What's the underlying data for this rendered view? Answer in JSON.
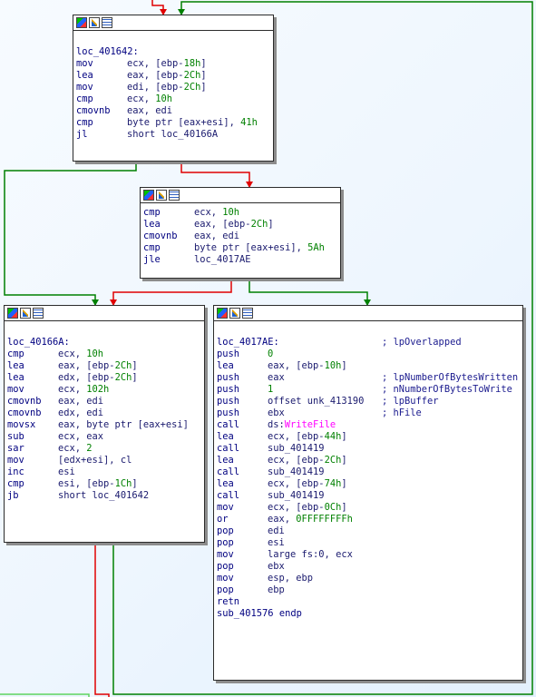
{
  "blocks": {
    "b1": {
      "lines": [
        {
          "label": "loc_401642:"
        },
        {
          "mn": "mov",
          "op": "ecx, [ebp-",
          "num": "18h",
          "tail": "]"
        },
        {
          "mn": "lea",
          "op": "eax, [ebp-",
          "num": "2Ch",
          "tail": "]"
        },
        {
          "mn": "mov",
          "op": "edi, [ebp-",
          "num": "2Ch",
          "tail": "]"
        },
        {
          "mn": "cmp",
          "op": "ecx, ",
          "num": "10h",
          "tail": ""
        },
        {
          "mn": "cmovnb",
          "op": "eax, edi",
          "num": "",
          "tail": ""
        },
        {
          "mn": "cmp",
          "op": "byte ptr [eax+esi], ",
          "num": "41h",
          "tail": ""
        },
        {
          "mn": "jl",
          "op": "short loc_40166A",
          "num": "",
          "tail": ""
        }
      ]
    },
    "b2": {
      "lines": [
        {
          "mn": "cmp",
          "op": "ecx, ",
          "num": "10h",
          "tail": ""
        },
        {
          "mn": "lea",
          "op": "eax, [ebp-",
          "num": "2Ch",
          "tail": "]"
        },
        {
          "mn": "cmovnb",
          "op": "eax, edi",
          "num": "",
          "tail": ""
        },
        {
          "mn": "cmp",
          "op": "byte ptr [eax+esi], ",
          "num": "5Ah",
          "tail": ""
        },
        {
          "mn": "jle",
          "op": "loc_4017AE",
          "num": "",
          "tail": ""
        }
      ]
    },
    "b3": {
      "lines": [
        {
          "label": "loc_40166A:"
        },
        {
          "mn": "cmp",
          "op": "ecx, ",
          "num": "10h",
          "tail": ""
        },
        {
          "mn": "lea",
          "op": "eax, [ebp-",
          "num": "2Ch",
          "tail": "]"
        },
        {
          "mn": "lea",
          "op": "edx, [ebp-",
          "num": "2Ch",
          "tail": "]"
        },
        {
          "mn": "mov",
          "op": "ecx, ",
          "num": "102h",
          "tail": ""
        },
        {
          "mn": "cmovnb",
          "op": "eax, edi",
          "num": "",
          "tail": ""
        },
        {
          "mn": "cmovnb",
          "op": "edx, edi",
          "num": "",
          "tail": ""
        },
        {
          "mn": "movsx",
          "op": "eax, byte ptr [eax+esi]",
          "num": "",
          "tail": ""
        },
        {
          "mn": "sub",
          "op": "ecx, eax",
          "num": "",
          "tail": ""
        },
        {
          "mn": "sar",
          "op": "ecx, ",
          "num": "2",
          "tail": ""
        },
        {
          "mn": "mov",
          "op": "[edx+esi], cl",
          "num": "",
          "tail": ""
        },
        {
          "mn": "inc",
          "op": "esi",
          "num": "",
          "tail": ""
        },
        {
          "mn": "cmp",
          "op": "esi, [ebp-",
          "num": "1Ch",
          "tail": "]"
        },
        {
          "mn": "jb",
          "op": "short loc_401642",
          "num": "",
          "tail": ""
        }
      ]
    },
    "b4": {
      "lines": [
        {
          "label": "loc_4017AE:",
          "comment": "; lpOverlapped"
        },
        {
          "mn": "push",
          "op": "",
          "num": "0",
          "tail": ""
        },
        {
          "mn": "lea",
          "op": "eax, [ebp-",
          "num": "10h",
          "tail": "]"
        },
        {
          "mn": "push",
          "op": "eax",
          "num": "",
          "tail": "",
          "comment": "; lpNumberOfBytesWritten"
        },
        {
          "mn": "push",
          "op": "",
          "num": "1",
          "tail": "",
          "comment": "; nNumberOfBytesToWrite"
        },
        {
          "mn": "push",
          "op": "offset unk_413190",
          "num": "",
          "tail": "",
          "comment": "; lpBuffer"
        },
        {
          "mn": "push",
          "op": "ebx",
          "num": "",
          "tail": "",
          "comment": "; hFile"
        },
        {
          "mn": "call",
          "op": "ds:",
          "api": "WriteFile",
          "num": "",
          "tail": ""
        },
        {
          "mn": "lea",
          "op": "ecx, [ebp-",
          "num": "44h",
          "tail": "]"
        },
        {
          "mn": "call",
          "op": "sub_401419",
          "num": "",
          "tail": ""
        },
        {
          "mn": "lea",
          "op": "ecx, [ebp-",
          "num": "2Ch",
          "tail": "]"
        },
        {
          "mn": "call",
          "op": "sub_401419",
          "num": "",
          "tail": ""
        },
        {
          "mn": "lea",
          "op": "ecx, [ebp-",
          "num": "74h",
          "tail": "]"
        },
        {
          "mn": "call",
          "op": "sub_401419",
          "num": "",
          "tail": ""
        },
        {
          "mn": "mov",
          "op": "ecx, [ebp-",
          "num": "0Ch",
          "tail": "]"
        },
        {
          "mn": "or",
          "op": "eax, ",
          "num": "0FFFFFFFFh",
          "tail": ""
        },
        {
          "mn": "pop",
          "op": "edi",
          "num": "",
          "tail": ""
        },
        {
          "mn": "pop",
          "op": "esi",
          "num": "",
          "tail": ""
        },
        {
          "mn": "mov",
          "op": "large fs:0, ecx",
          "num": "",
          "tail": ""
        },
        {
          "mn": "pop",
          "op": "ebx",
          "num": "",
          "tail": ""
        },
        {
          "mn": "mov",
          "op": "esp, ebp",
          "num": "",
          "tail": ""
        },
        {
          "mn": "pop",
          "op": "ebp",
          "num": "",
          "tail": ""
        },
        {
          "mn": "retn",
          "op": "",
          "num": "",
          "tail": ""
        },
        {
          "label": "sub_401576 endp"
        }
      ]
    }
  },
  "colors": {
    "true_edge": "#008000",
    "false_edge": "#e00000"
  }
}
